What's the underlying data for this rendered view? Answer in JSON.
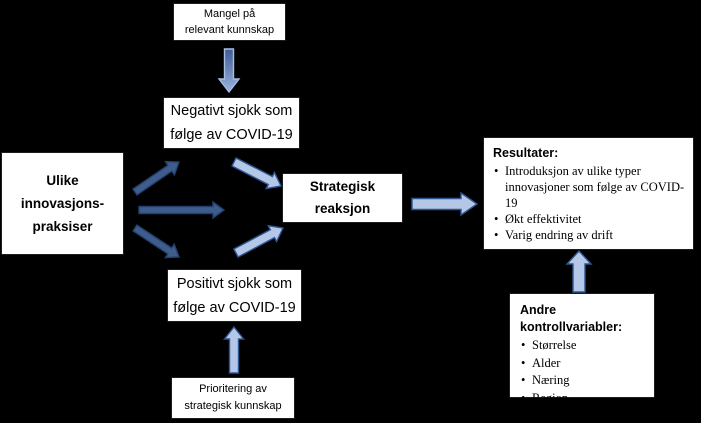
{
  "diagram": {
    "boxes": {
      "mangel": {
        "lines": [
          "Mangel på",
          "relevant kunnskap"
        ]
      },
      "negativt": {
        "lines": [
          "Negativt sjokk som",
          "følge av COVID-19"
        ]
      },
      "ulike": {
        "lines": [
          "Ulike",
          "innovasjons-",
          "praksiser"
        ]
      },
      "strategisk": {
        "lines": [
          "Strategisk",
          "reaksjon"
        ]
      },
      "positivt": {
        "lines": [
          "Positivt sjokk som",
          "følge av COVID-19"
        ]
      },
      "prioritering": {
        "lines": [
          "Prioritering av",
          "strategisk kunnskap"
        ]
      },
      "resultater": {
        "title": "Resultater:",
        "bullets": [
          "Introduksjon av ulike typer innovasjoner som følge av COVID-19",
          "Økt effektivitet",
          "Varig endring av drift"
        ]
      },
      "andre": {
        "title": "Andre kontrollvariabler:",
        "bullets": [
          "Størrelse",
          "Alder",
          "Næring",
          "Region"
        ]
      }
    },
    "colors": {
      "background": "#000000",
      "box_fill": "#ffffff",
      "box_border": "#1c1c1c",
      "dark_arrow_fill": "#3e5c8c",
      "dark_arrow_stroke": "#24406e",
      "light_arrow_fill": "#b4c7e7",
      "light_arrow_stroke": "#2e5693",
      "down_arrow_fill_top": "#3f5d95",
      "down_arrow_fill_bottom": "#9ab4dd",
      "down_arrow_stroke": "#a9bfe2"
    }
  }
}
